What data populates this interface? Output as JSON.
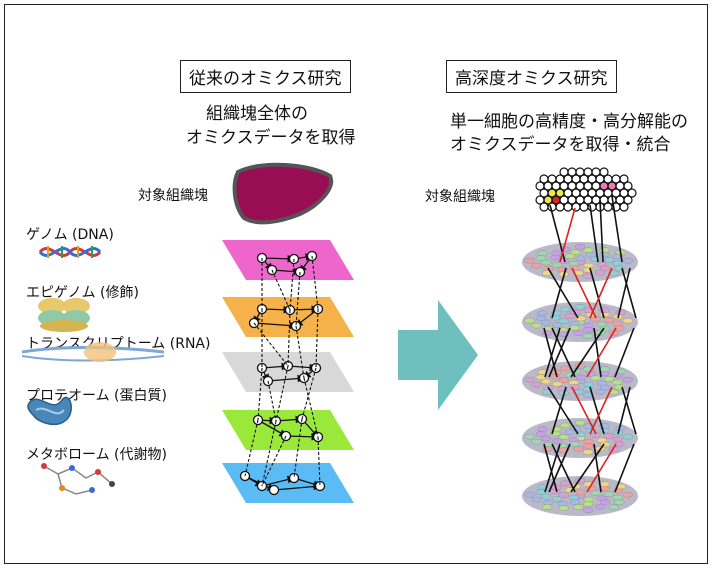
{
  "left": {
    "header": "従来のオミクス研究",
    "desc_line1": "組織塊全体の",
    "desc_line2": "オミクスデータを取得",
    "tissue_label": "対象組織塊",
    "layers": [
      {
        "label": "ゲノム (DNA)",
        "color": "#ee66cc"
      },
      {
        "label": "エピゲノム (修飾)",
        "color": "#f5b24a"
      },
      {
        "label": "トランスクリプトーム (RNA)",
        "color": "#d8d8d8"
      },
      {
        "label": "プロテオーム (蛋白質)",
        "color": "#99e83a"
      },
      {
        "label": "メタボローム (代謝物)",
        "color": "#5bbcf5"
      }
    ]
  },
  "right": {
    "header": "高深度オミクス研究",
    "desc_line1": "単一細胞の高精度・高分解能の",
    "desc_line2": "オミクスデータを取得・統合",
    "tissue_label": "対象組織塊"
  },
  "colors": {
    "arrow": "#6fbfbf",
    "tissue": "#990d55",
    "link_red": "#dd2222"
  }
}
